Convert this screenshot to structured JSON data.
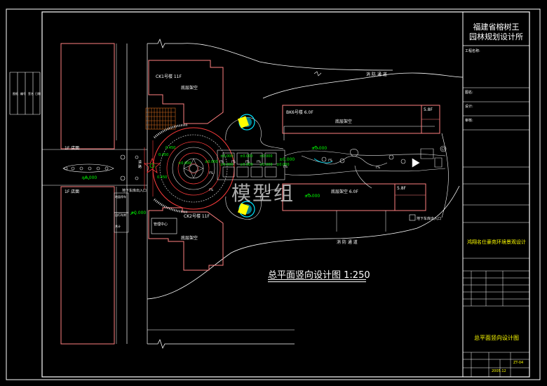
{
  "title_block": {
    "company_line1": "福建省榕树王",
    "company_line2": "园林规划设计所",
    "project_name": "鸿翔名仕豪苑环境景观设计",
    "drawing_name": "总平面竖向设计图",
    "date": "2005.12",
    "sheet_no": "ZT-04",
    "field_labels": [
      "工程名称:",
      "图名:",
      "设计:",
      "审核:"
    ]
  },
  "drawing": {
    "title": "总平面竖向设计图",
    "scale": "1:250",
    "watermark": "模型组"
  },
  "buildings": {
    "ck1": "CK1号楼 11F",
    "ck1_sub": "底层架空",
    "ck2": "CK2号楼 11F",
    "ck2_sub": "底层架空",
    "bk6": "BK6号楼 6.0F",
    "bk6_sub": "底层架空",
    "b5": "5.8F",
    "b6": "底层架空 6.0F",
    "b7": "5.8F",
    "shop1": "1F 店面",
    "shop2": "1F 店面",
    "office": "管理中心",
    "parking_entry": "地下车库出入口",
    "parking_exit": "地下车库出入口"
  },
  "labels": {
    "road_north": "消 防 通 道",
    "road_south": "消 防 通 道",
    "street": "道 路",
    "elev_main": "±0.000",
    "elev_1": "±0.000",
    "elev_2": "±0.000",
    "elev_3": "±0.000",
    "elev_4": "±0.000",
    "info1": "地面停车",
    "info2": "自行车库",
    "info3": "共计"
  },
  "colors": {
    "frame": "#ffffff",
    "building": "#ff7f7f",
    "plaza": "#ff3c3c",
    "paving": "#e8e8e8",
    "elevation": "#00ff00",
    "water": "#00e5ff",
    "yellow": "#ffff00"
  }
}
